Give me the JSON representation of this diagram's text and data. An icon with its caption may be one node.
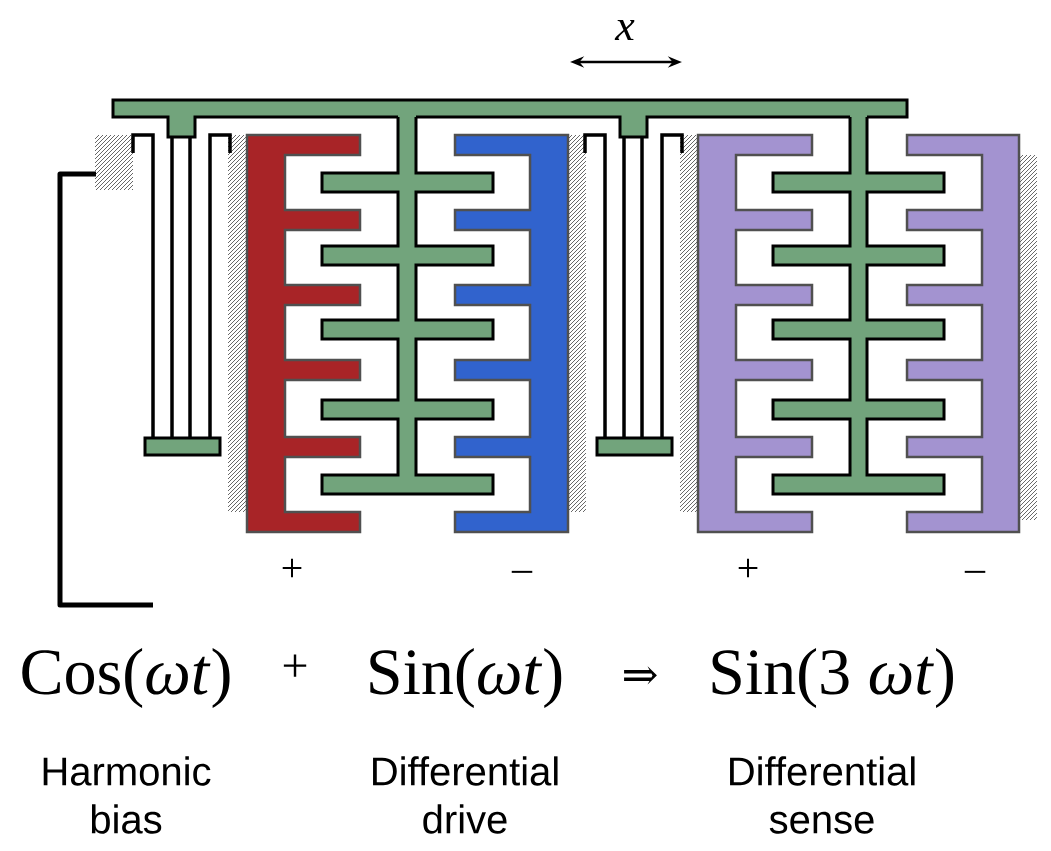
{
  "diagram": {
    "labels": [
      "x",
      "+",
      "–",
      "+",
      "–",
      "Cos(*ωt*)",
      "+",
      "Sin(*ωt*)",
      "⇒",
      "Sin(3 *ωt*)",
      "Harmonic bias",
      "Differential drive",
      "Differential sense"
    ]
  }
}
